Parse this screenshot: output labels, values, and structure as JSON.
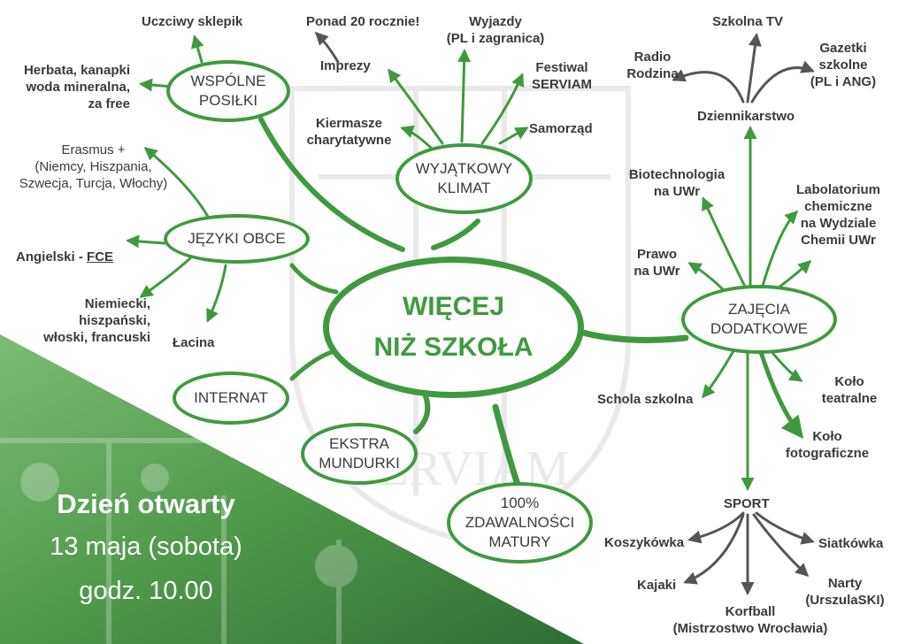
{
  "center": {
    "line1": "WIĘCEJ",
    "line2": "NIŻ SZKOŁA"
  },
  "hubs": {
    "wspolne": {
      "line1": "WSPÓLNE",
      "line2": "POSIŁKI"
    },
    "klimat": {
      "line1": "WYJĄTKOWY",
      "line2": "KLIMAT"
    },
    "jezyki": {
      "line1": "JĘZYKI OBCE"
    },
    "internat": {
      "line1": "INTERNAT"
    },
    "mundurki": {
      "line1": "EKSTRA",
      "line2": "MUNDURKI"
    },
    "matura": {
      "line1": "100%",
      "line2": "ZDAWALNOŚCI",
      "line3": "MATURY"
    },
    "zajecia": {
      "line1": "ZAJĘCIA",
      "line2": "DODATKOWE"
    }
  },
  "labels": {
    "sklepik": "Uczciwy sklepik",
    "herbata": "Herbata, kanapki\nwoda mineralna,\nza free",
    "erasmus": "Erasmus +\n(Niemcy, Hiszpania,\nSzwecja, Turcja, Włochy)",
    "angielski": "Angielski - ",
    "fce": "FCE",
    "niemiecki": "Niemiecki,\nhiszpański,\nwłoski, francuski",
    "lacina": "Łacina",
    "ponad20": "Ponad 20 rocznie!",
    "imprezy": "Imprezy",
    "wyjazdy": "Wyjazdy\n(PL i zagranica)",
    "festiwal": "Festiwal\nSERVIAM",
    "kiermasze": "Kiermasze\ncharytatywne",
    "samorzad": "Samorząd",
    "szkolnatv": "Szkolna TV",
    "radio": "Radio\nRodzina",
    "gazetki": "Gazetki\nszkolne\n(PL i ANG)",
    "dziennikarstwo": "Dziennikarstwo",
    "biotech": "Biotechnologia\nna UWr",
    "lab": "Labolatorium\nchemiczne\nna Wydziale\nChemii UWr",
    "prawo": "Prawo\nna UWr",
    "schola": "Schola szkolna",
    "kolo_teatr": "Koło\nteatralne",
    "kolo_foto": "Koło\nfotograficzne",
    "sport": "SPORT",
    "koszykowka": "Koszykówka",
    "siatkowka": "Siatkówka",
    "kajaki": "Kajaki",
    "narty": "Narty\n(UrszulaSKI)",
    "korfball": "Korfball\n(Mistrzostwo Wrocławia)"
  },
  "watermark": {
    "text": "SERVIAM"
  },
  "event": {
    "title": "Dzień otwarty",
    "date": "13 maja (sobota)",
    "time": "godz. 10.00"
  },
  "colors": {
    "green": "#3f9a3f",
    "grey_arrow": "#555555",
    "photo_green": "#5a9e55"
  }
}
